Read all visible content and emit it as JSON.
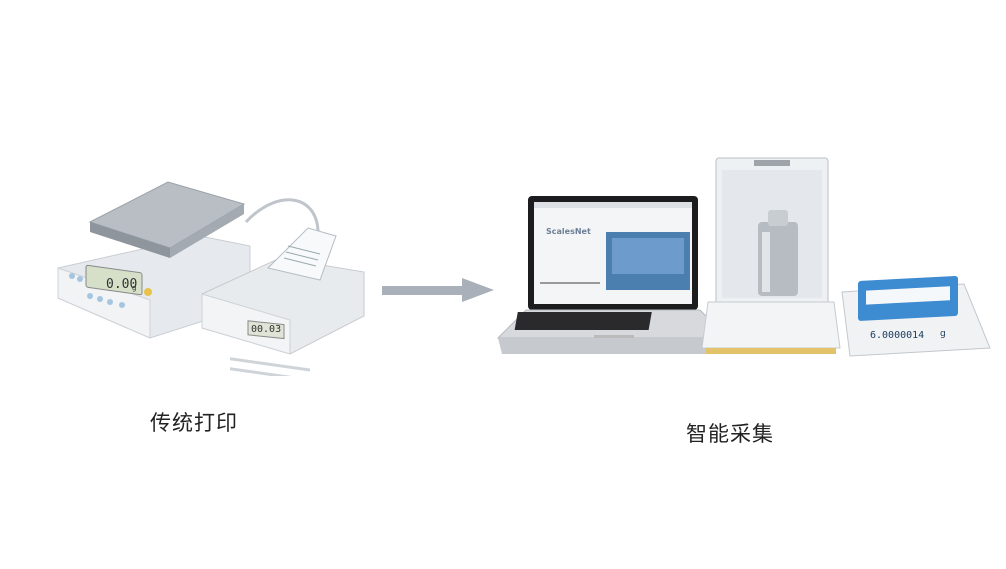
{
  "captions": {
    "traditional": "传统打印",
    "smart": "智能采集"
  },
  "balance_display": "0.00",
  "balance_unit": "g",
  "printer_display": "00.03",
  "tablet_display": "6.0000014",
  "tablet_unit": "g",
  "software_name": "ScalesNet",
  "colors": {
    "arrow": "#a9b0ba",
    "scale_body": "#e9ecef",
    "lcd_green": "#d6e0c8",
    "tablet_screen": "#3d8bd0"
  },
  "icons": [
    "right-arrow-icon"
  ]
}
